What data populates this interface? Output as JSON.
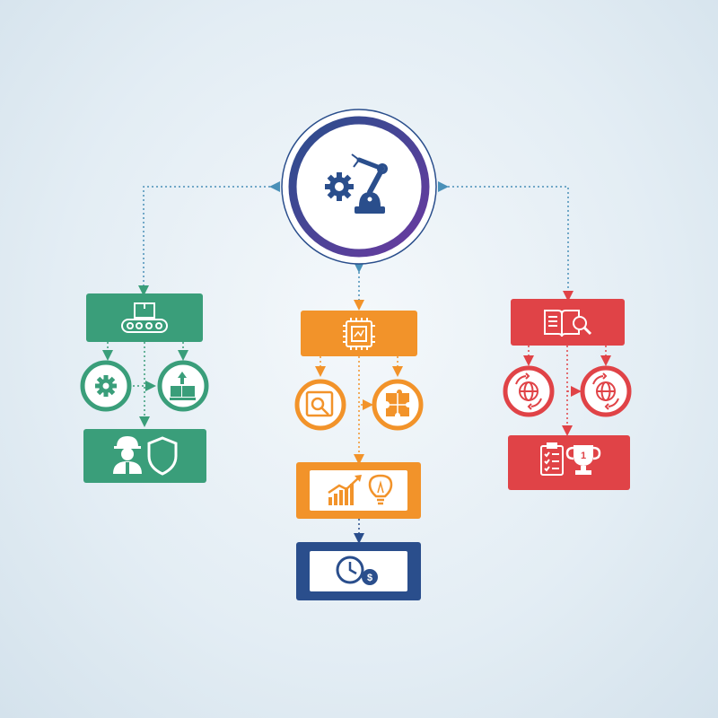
{
  "colors": {
    "green": "#3a9e7a",
    "green_dark": "#2f8a6a",
    "orange": "#f2932a",
    "red": "#e04347",
    "navy": "#2a4e8c",
    "purple": "#5a3a9a",
    "connector_blue": "#4a90b8"
  },
  "center_hub": {
    "icons": [
      "gear-icon",
      "robotic-arm-icon"
    ]
  },
  "branches": [
    {
      "id": "green",
      "color": "green",
      "header_icon": "conveyor-belt-icon",
      "sub_icons": [
        "gear-icon",
        "box-upload-icon"
      ],
      "footer_icons": [
        "worker-helmet-icon",
        "shield-icon"
      ]
    },
    {
      "id": "orange",
      "color": "orange",
      "header_icon": "microchip-icon",
      "sub_icons": [
        "inspection-magnifier-icon",
        "puzzle-icon"
      ],
      "next_box_icons": [
        "growth-chart-icon",
        "lightbulb-icon"
      ],
      "final_box_icons": [
        "clock-dollar-icon"
      ]
    },
    {
      "id": "red",
      "color": "red",
      "header_icon": "book-search-icon",
      "sub_icons": [
        "globe-sync-icon",
        "globe-sync-icon"
      ],
      "footer_icons": [
        "checklist-icon",
        "trophy-icon"
      ]
    }
  ]
}
